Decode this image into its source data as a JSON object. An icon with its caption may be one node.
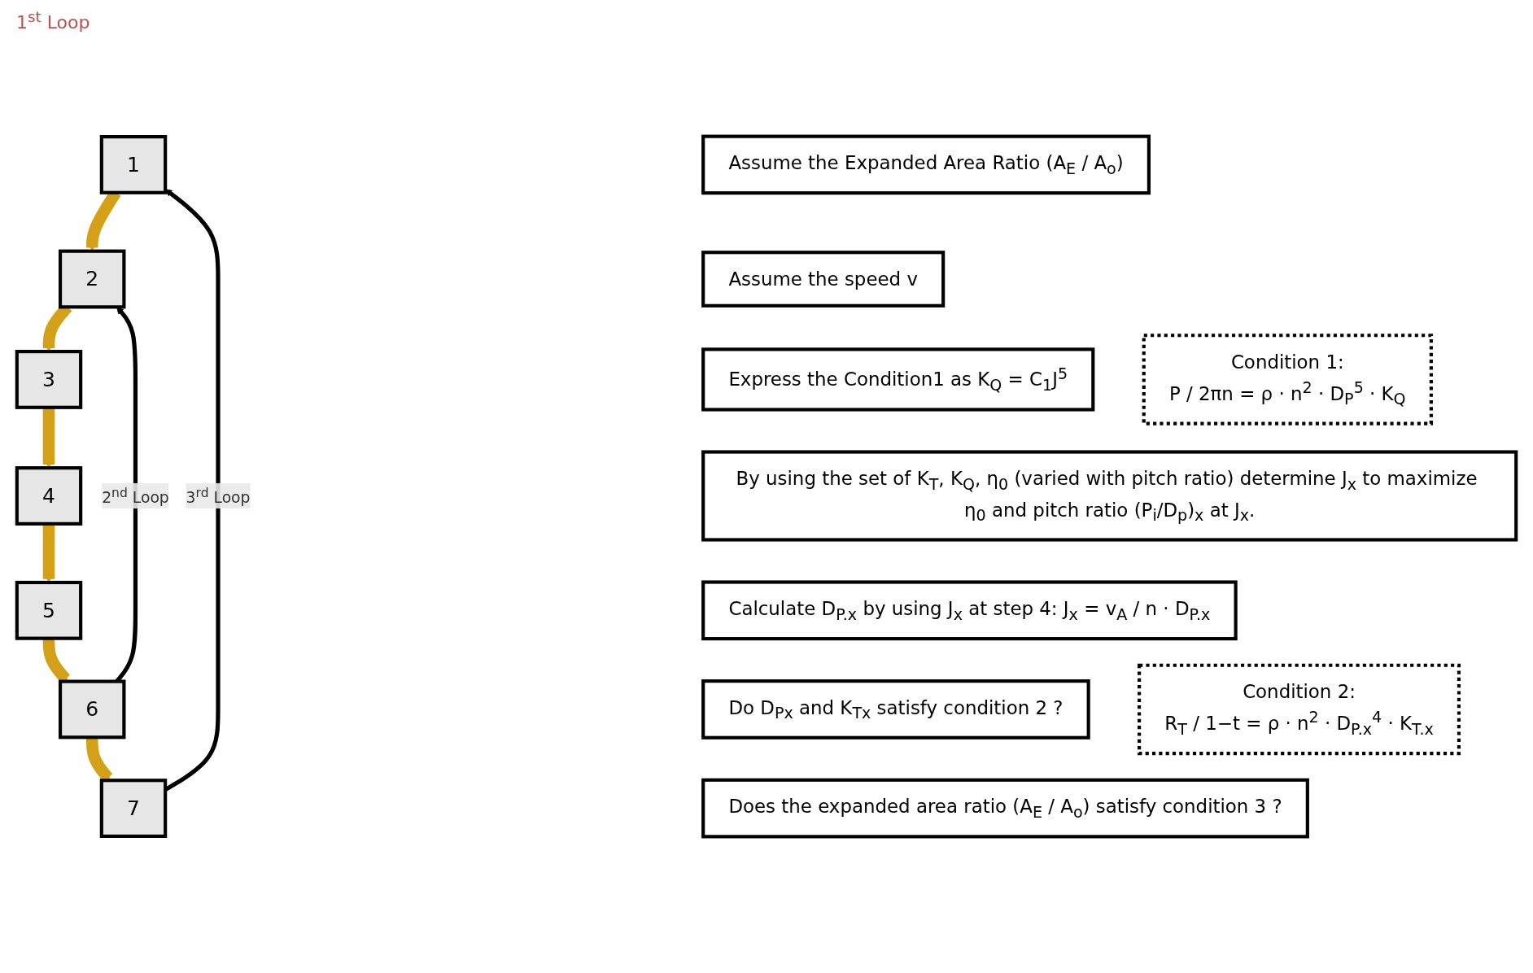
{
  "diagram": {
    "nodes": [
      {
        "text": [
          "1"
        ]
      },
      {
        "text": [
          "Assume the Expanded Area Ratio (A$_{E}$ / A$_{o}$)"
        ]
      },
      {
        "text": [
          "2"
        ]
      },
      {
        "text": [
          "Assume the speed v"
        ]
      },
      {
        "text": [
          "3"
        ]
      },
      {
        "text": [
          "Express the Condition1 as K$_{Q}$ = C$_{1}$J$^{5}$"
        ]
      },
      {
        "text": [
          "4"
        ]
      },
      {
        "text": [
          "By using the set of K$_{T}$, K$_{Q}$, η$_{0}$ (varied with pitch ratio) determine J$_{x}$ to maximize η$_{0}$ and pitch ratio (P$_{i}$/D$_{p}$)$_{x}$ at J$_{x}$."
        ]
      },
      {
        "text": [
          "5"
        ]
      },
      {
        "text": [
          "Calculate D$_{P.x}$ by using J$_{x}$ at step 4: J$_{x}$ = v$_{A}$ / n · D$_{P.x}$"
        ]
      },
      {
        "text": [
          "6"
        ]
      },
      {
        "text": [
          "Do D$_{Px}$ and K$_{Tx}$ satisfy condition 2 ?"
        ]
      },
      {
        "text": [
          "7"
        ]
      },
      {
        "text": [
          "Does the expanded area ratio (A$_{E}$ / A$_{o}$) satisfy condition 3 ?"
        ]
      },
      {
        "text": [
          "Condition 1:",
          "P / 2πn = ρ · n$^{2}$ · D$_{P}$$^{5}$ · K$_{Q}$"
        ]
      },
      {
        "text": [
          "Condition 2:",
          "R$_{T}$ / 1−t = ρ · n$^{2}$ · D$_{P.x}$$^{4}$ · K$_{T.x}$"
        ]
      }
    ],
    "edges": [
      {
        "from": 0,
        "to": 2,
        "arrow": "to"
      },
      {
        "from": 2,
        "to": 4,
        "arrow": "to"
      },
      {
        "from": 4,
        "to": 6,
        "arrow": "to"
      },
      {
        "from": 6,
        "to": 8,
        "arrow": "to"
      },
      {
        "from": 8,
        "to": 10,
        "arrow": "to"
      },
      {
        "from": 10,
        "to": 12,
        "arrow": "to"
      },
      {
        "from": 10,
        "to": 2,
        "arrow": "to",
        "label": "2$^{nd}$ Loop",
        "color": "#000000"
      },
      {
        "from": 12,
        "to": 0,
        "arrow": "to",
        "label": "3$^{rd}$ Loop",
        "color": "#000000"
      }
    ],
    "labels": [
      "1$^{st}$ Loop"
    ]
  }
}
